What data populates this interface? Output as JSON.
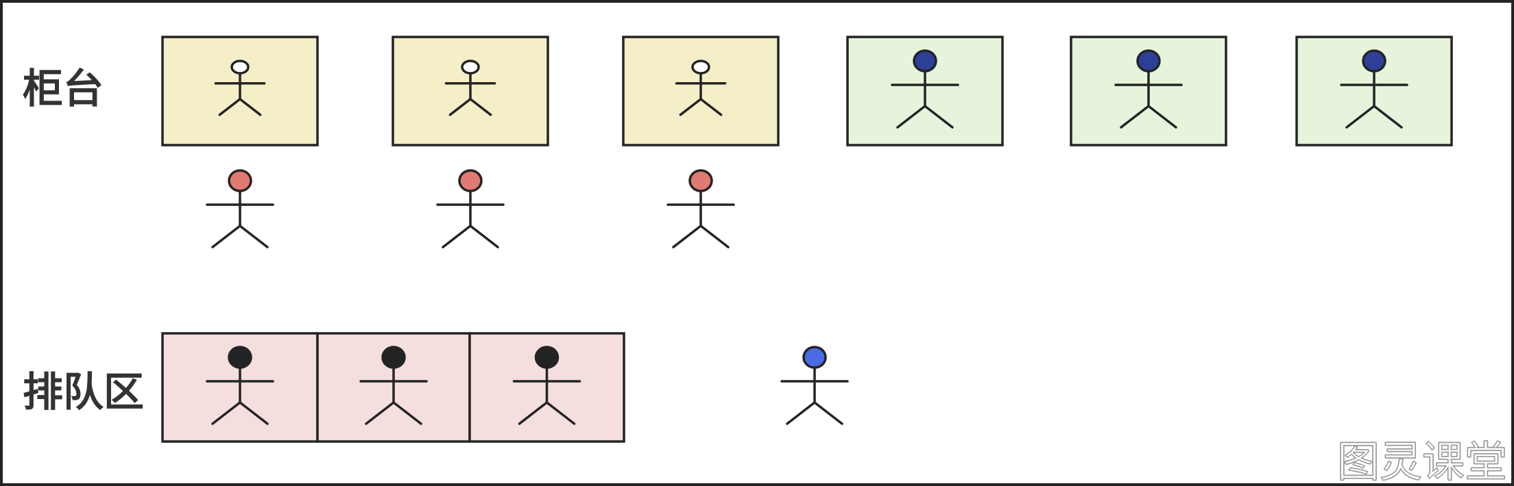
{
  "labels": {
    "counter": "柜台",
    "queue": "排队区"
  },
  "watermark": "图灵课堂",
  "counters": [
    {
      "status": "busy",
      "box_fill": "#f5efc8",
      "clerk_head": "#ffffff"
    },
    {
      "status": "busy",
      "box_fill": "#f5efc8",
      "clerk_head": "#ffffff"
    },
    {
      "status": "busy",
      "box_fill": "#f5efc8",
      "clerk_head": "#ffffff"
    },
    {
      "status": "idle",
      "box_fill": "#e6f4dc",
      "clerk_head": "#2d3f98"
    },
    {
      "status": "idle",
      "box_fill": "#e6f4dc",
      "clerk_head": "#2d3f98"
    },
    {
      "status": "idle",
      "box_fill": "#e6f4dc",
      "clerk_head": "#2d3f98"
    }
  ],
  "serving_customers": [
    {
      "counter": 1,
      "head": "#e07a72"
    },
    {
      "counter": 2,
      "head": "#e07a72"
    },
    {
      "counter": 3,
      "head": "#e07a72"
    }
  ],
  "queue": [
    {
      "head": "#232323"
    },
    {
      "head": "#232323"
    },
    {
      "head": "#232323"
    }
  ],
  "queue_box_fill": "#f5dede",
  "arriving_customer": {
    "head": "#4a6ae6"
  },
  "colors": {
    "stroke": "#242424",
    "frame": "#242424"
  }
}
